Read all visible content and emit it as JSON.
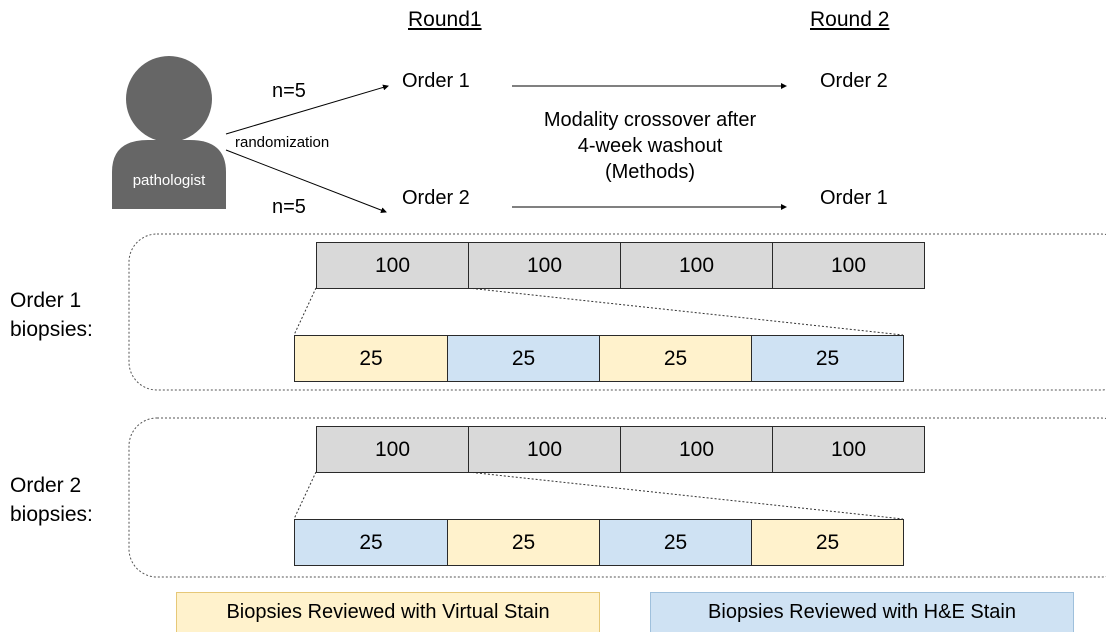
{
  "header": {
    "round1": "Round1",
    "round2": "Round 2"
  },
  "pathologist": {
    "label": "pathologist"
  },
  "randomization": {
    "label": "randomization",
    "n_top": "n=5",
    "n_bottom": "n=5"
  },
  "flow": {
    "r1_top": "Order 1",
    "r1_bottom": "Order 2",
    "r2_top": "Order 2",
    "r2_bottom": "Order 1",
    "crossover": [
      "Modality crossover after",
      "4-week washout",
      "(Methods)"
    ]
  },
  "order1": {
    "label": [
      "Order 1",
      "biopsies:"
    ],
    "top_cells": [
      "100",
      "100",
      "100",
      "100"
    ],
    "bottom_cells": [
      "25",
      "25",
      "25",
      "25"
    ],
    "bottom_stains": [
      "virtual",
      "he",
      "virtual",
      "he"
    ]
  },
  "order2": {
    "label": [
      "Order 2",
      "biopsies:"
    ],
    "top_cells": [
      "100",
      "100",
      "100",
      "100"
    ],
    "bottom_cells": [
      "25",
      "25",
      "25",
      "25"
    ],
    "bottom_stains": [
      "he",
      "virtual",
      "he",
      "virtual"
    ]
  },
  "legend": {
    "virtual": "Biopsies Reviewed with Virtual Stain",
    "he": "Biopsies Reviewed with H&E Stain"
  },
  "colors": {
    "virtual_fill": "#fff2cc",
    "virtual_border": "#e6c878",
    "he_fill": "#cfe2f3",
    "he_border": "#9fc0dc",
    "person": "#666666",
    "cell_gray": "#d9d9d9"
  },
  "icons": {
    "person": "person-icon"
  }
}
